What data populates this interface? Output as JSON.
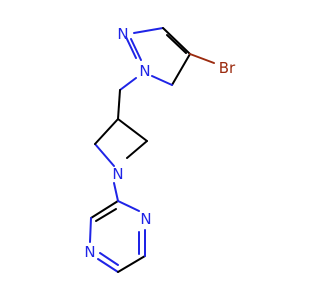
{
  "molecule": {
    "atoms": {
      "pyrazole_n2": "N",
      "pyrazole_n1": "N",
      "bromine": "Br",
      "azetidine_n": "N",
      "pyrazine_n1": "N",
      "pyrazine_n4": "N"
    }
  },
  "colors": {
    "carbon_bond": "#000000",
    "nitrogen": "#1f24e6",
    "bromine": "#9b2b0f",
    "background": "#ffffff"
  }
}
